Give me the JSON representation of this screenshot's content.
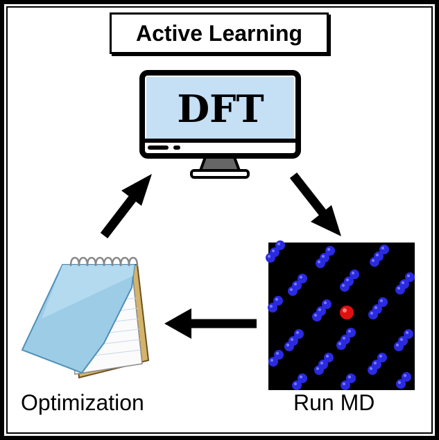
{
  "title": "Active Learning",
  "nodes": {
    "dft": {
      "label": "DFT",
      "icon": "monitor-icon"
    },
    "md": {
      "label": "Run MD",
      "icon": "molecular-dynamics-snapshot"
    },
    "opt": {
      "label": "Optimization",
      "icon": "notepad-icon"
    }
  },
  "colors": {
    "screen": "#c5e0f5",
    "monitor_frame": "#000000",
    "atom_blue": "#2a2ae0",
    "atom_red": "#e01010",
    "md_background": "#000000",
    "arrow": "#000000"
  }
}
